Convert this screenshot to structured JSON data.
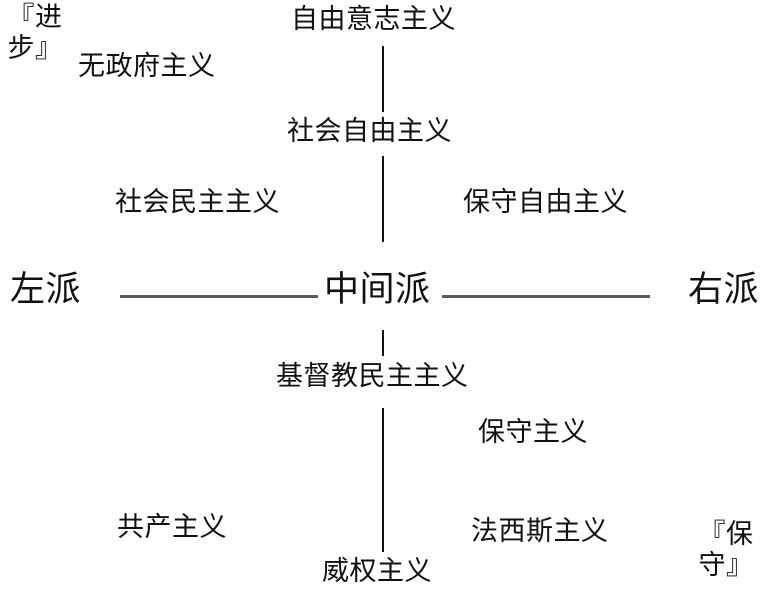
{
  "diagram": {
    "type": "political-spectrum-chart",
    "title_visible": false,
    "colors": {
      "text": "#111111",
      "horizontal_axis_line": "#5a5a5a",
      "vertical_axis_line": "#111111",
      "background": "#ffffff"
    },
    "axes": {
      "horizontal": {
        "left_pole": "左派",
        "center": "中间派",
        "right_pole": "右派"
      },
      "vertical": {
        "top_annotation_line1": "『进",
        "top_annotation_line2": "步』",
        "top_annotation": "『进步』",
        "bottom_annotation_line1": "『保",
        "bottom_annotation_line2": "守』",
        "bottom_annotation": "『保守』"
      }
    },
    "labels": {
      "anarchism": "无政府主义",
      "libertarianism": "自由意志主义",
      "social_liberalism": "社会自由主义",
      "social_democracy": "社会民主主义",
      "conservative_liberalism": "保守自由主义",
      "christian_democracy": "基督教民主主义",
      "conservatism": "保守主义",
      "communism": "共产主义",
      "fascism": "法西斯主义",
      "authoritarianism": "威权主义"
    }
  }
}
